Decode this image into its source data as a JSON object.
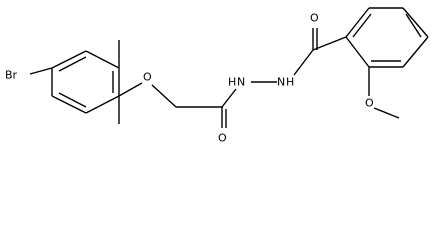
{
  "structure": {
    "atom_labels": {
      "bromine": "Br",
      "ether_oxygen_left": "O",
      "hydrazide_nh_left": "H",
      "hydrazide_n_left": "N",
      "hydrazide_n_right": "N",
      "hydrazide_nh_right": "H",
      "carbonyl_oxygen_lower": "O",
      "carbonyl_oxygen_upper": "O",
      "methoxy_oxygen": "O"
    }
  }
}
